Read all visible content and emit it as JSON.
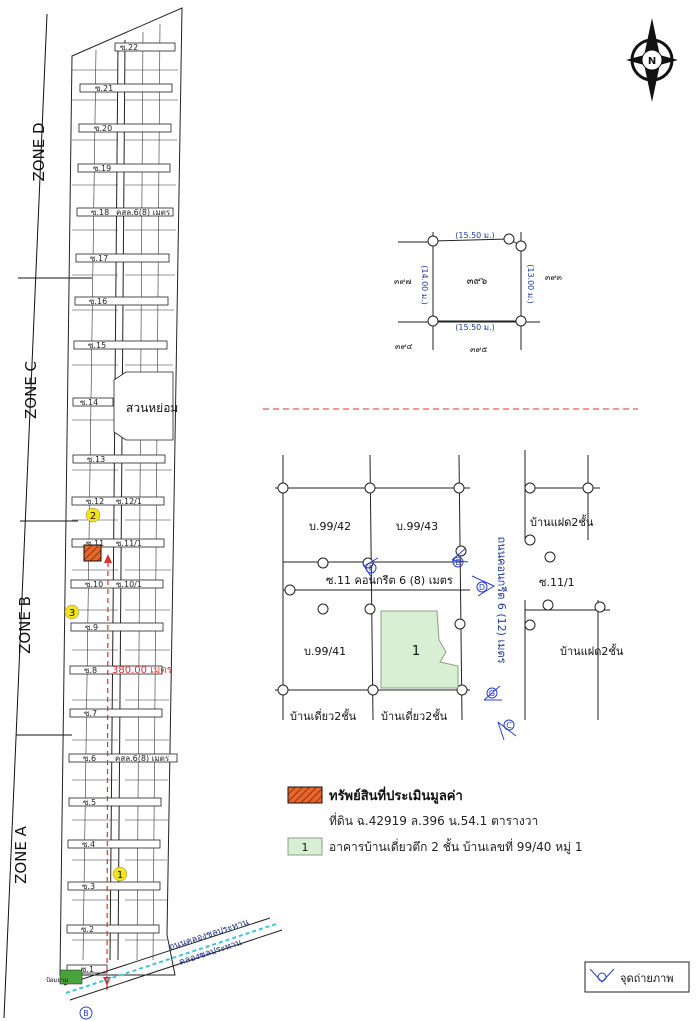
{
  "zones": {
    "a": "ZONE A",
    "b": "ZONE B",
    "c": "ZONE C",
    "d": "ZONE D"
  },
  "sois": {
    "s1": "ซ.1",
    "s2": "ซ.2",
    "s3": "ซ.3",
    "s4": "ซ.4",
    "s5": "ซ.5",
    "s6": "ซ.6",
    "s7": "ซ.7",
    "s8": "ซ.8",
    "s9": "ซ.9",
    "s10": "ซ.10",
    "s10_1": "ซ.10/1",
    "s11": "ซ.11",
    "s11_1": "ซ.11/1",
    "s12": "ซ.12",
    "s12_1": "ซ.12/1",
    "s13": "ซ.13",
    "s14": "ซ.14",
    "s15": "ซ.15",
    "s16": "ซ.16",
    "s17": "ซ.17",
    "s18": "ซ.18",
    "s19": "ซ.19",
    "s20": "ซ.20",
    "s21": "ซ.21",
    "s22": "ซ.22"
  },
  "main_map": {
    "road_note_top": "คสล.6(8) เมตร",
    "road_note_bottom": "คสล.6(8) เมตร",
    "park": "สวนหย่อม",
    "distance": "380.00 เมตร",
    "canal_road": "ถนนคลองชลประทาน",
    "canal": "คลองชลประทาน",
    "guard_house": "ป้อมยาม",
    "markers": {
      "m1": "1",
      "m2": "2",
      "m3": "3",
      "mB": "B"
    }
  },
  "compass": {
    "north": "N"
  },
  "parcel_plan": {
    "side_top": "(15.50 ม.)",
    "side_bottom": "(15.50 ม.)",
    "side_left": "(14.00 ม.)",
    "side_right": "(13.00 ม.)",
    "center_no": "๓๙๖",
    "n_left": "๓๙๗",
    "n_right": "๓๙๓",
    "n_bottom_left": "๓๙๔",
    "n_bottom_right": "๓๙๕"
  },
  "detail_map": {
    "h42": "บ.99/42",
    "h43": "บ.99/43",
    "h41": "บ.99/41",
    "subject_no": "1",
    "soi_road": "ซ.11 คอนกรีต 6 (8) เมตร",
    "main_road": "ถนนคอนกรีต 6 (12) เมตร",
    "twin_top": "บ้านแฝด2ชั้น",
    "twin_bottom": "บ้านแฝด2ชั้น",
    "soi_11_1": "ซ.11/1",
    "single_left": "บ้านเดี่ยว2ชั้น",
    "single_right": "บ้านเดี่ยว2ชั้น",
    "photo_points": {
      "D": "D",
      "E": "E",
      "F": "F",
      "G": "G",
      "C": "C"
    }
  },
  "legend": {
    "asset_title": "ทรัพย์สินที่ประเมินมูลค่า",
    "asset_detail": "ที่ดิน ฉ.42919 ล.396 น.54.1 ตารางวา",
    "building_no": "1",
    "building_desc": "อาคารบ้านเดี่ยวตึก 2 ชั้น บ้านเลขที่ 99/40 หมู่ 1",
    "photo_point": "จุดถ่ายภาพ"
  },
  "colors": {
    "asset_fill": "#d9541e",
    "building_fill": "#d8efd3",
    "marker_yellow": "#f4e316",
    "route_red": "#e03030",
    "road_text_blue": "#1f3f9a",
    "photo_blue": "#2a3fd0"
  }
}
